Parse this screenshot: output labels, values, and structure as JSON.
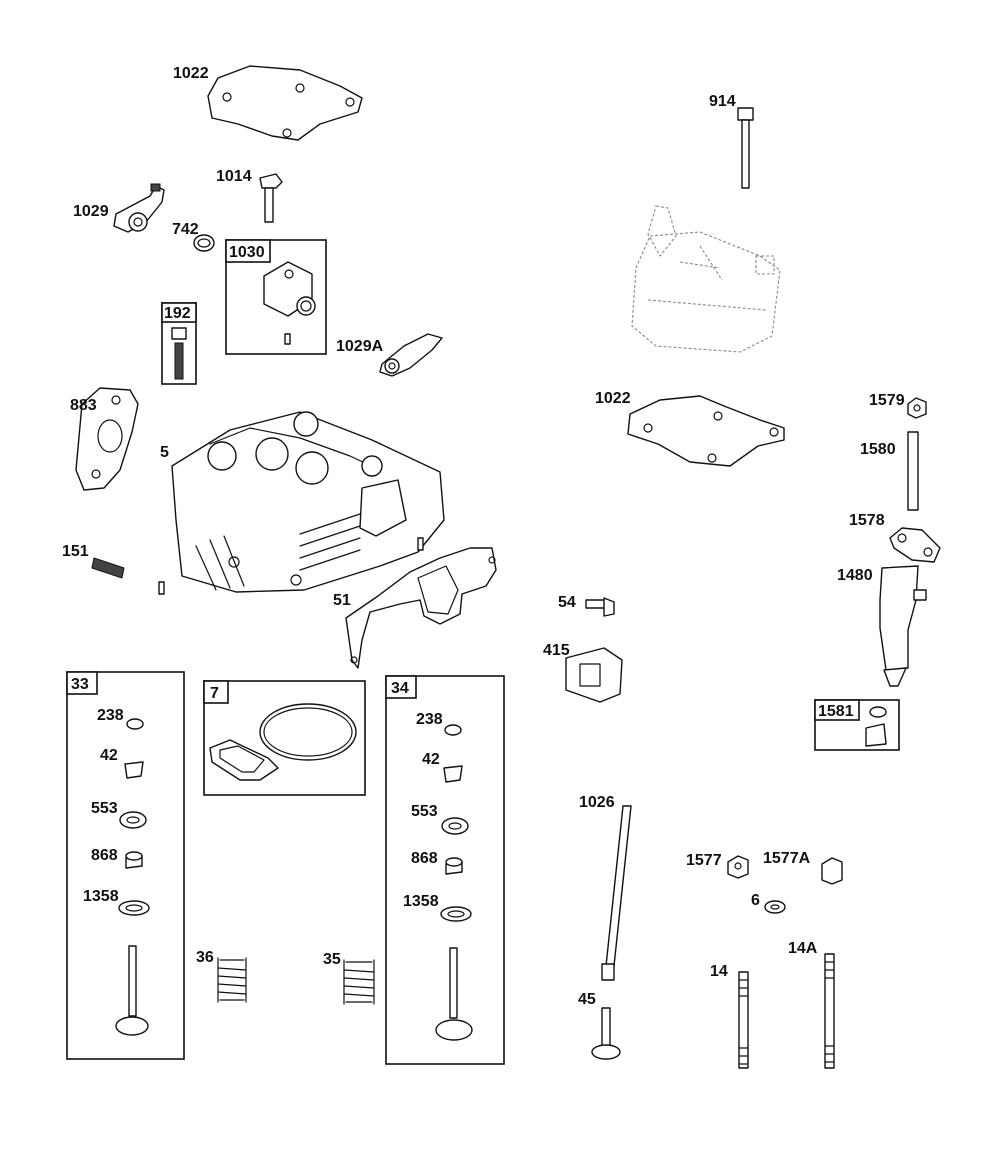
{
  "diagram": {
    "labels": {
      "l1022a": "1022",
      "l914": "914",
      "l1014": "1014",
      "l1029": "1029",
      "l742": "742",
      "l1030": "1030",
      "l192": "192",
      "l1029A": "1029A",
      "l883": "883",
      "l5": "5",
      "l1022b": "1022",
      "l1579": "1579",
      "l1580": "1580",
      "l1578": "1578",
      "l1480": "1480",
      "l151": "151",
      "l51": "51",
      "l54": "54",
      "l415": "415",
      "l1581": "1581",
      "l33": "33",
      "l7": "7",
      "l34": "34",
      "l238a": "238",
      "l42a": "42",
      "l553a": "553",
      "l868a": "868",
      "l1358a": "1358",
      "l238b": "238",
      "l42b": "42",
      "l553b": "553",
      "l868b": "868",
      "l1358b": "1358",
      "l36": "36",
      "l35": "35",
      "l1026": "1026",
      "l45": "45",
      "l1577": "1577",
      "l1577A": "1577A",
      "l6": "6",
      "l14": "14",
      "l14A": "14A"
    }
  }
}
